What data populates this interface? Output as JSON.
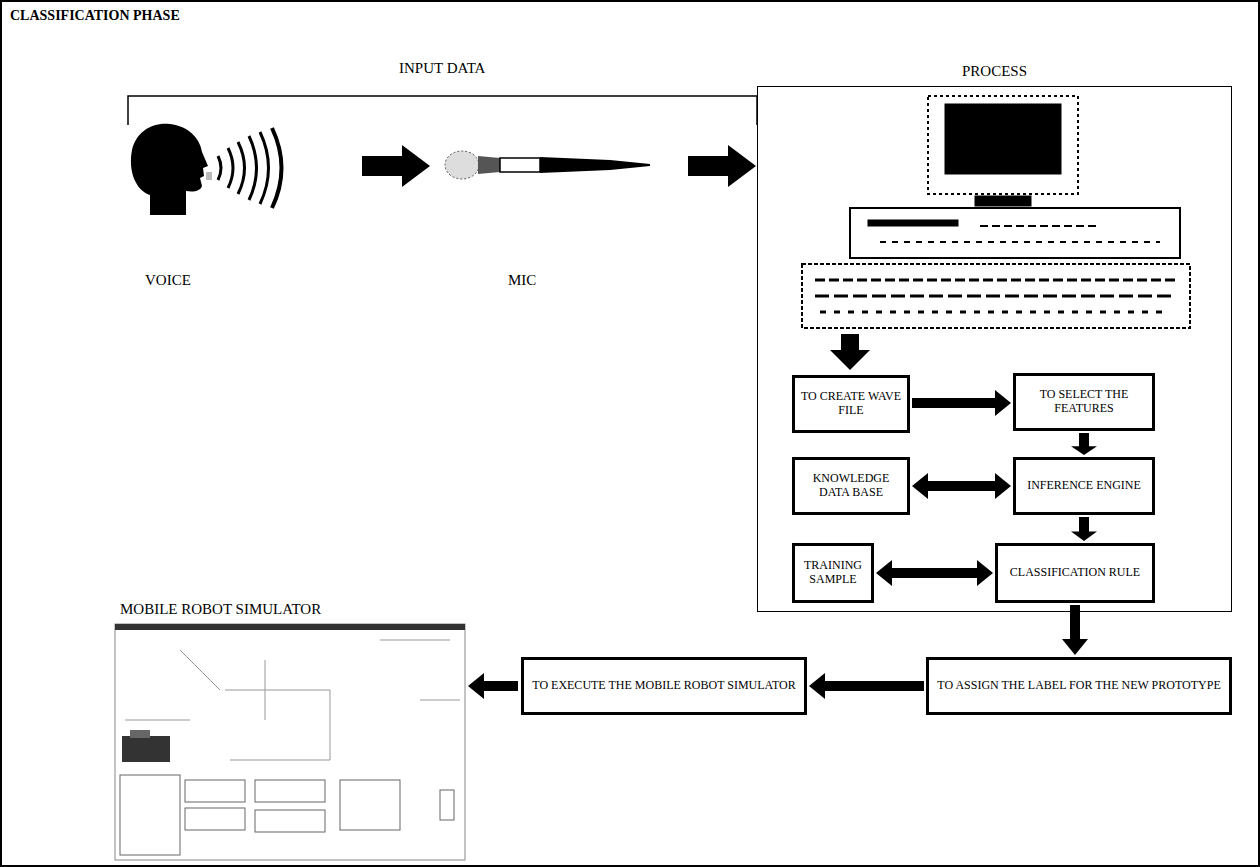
{
  "diagram": {
    "title": "CLASSIFICATION PHASE",
    "nodes": [
      {
        "text": [
          "PROCESS"
        ]
      },
      {
        "text": [
          "TO CREATE WAVE FILE"
        ],
        "in": 0
      },
      {
        "text": [
          "TO SELECT THE FEATURES"
        ],
        "in": 0
      },
      {
        "text": [
          "KNOWLEDGE DATA BASE"
        ],
        "in": 0
      },
      {
        "text": [
          "INFERENCE ENGINE"
        ],
        "in": 0
      },
      {
        "text": [
          "TRAINING SAMPLE"
        ],
        "in": 0
      },
      {
        "text": [
          "CLASSIFICATION RULE"
        ],
        "in": 0
      },
      {
        "text": [
          "TO ASSIGN THE LABEL FOR THE NEW PROTOTYPE"
        ]
      },
      {
        "text": [
          "TO EXECUTE THE MOBILE ROBOT SIMULATOR"
        ]
      }
    ],
    "edges": [
      {
        "from": 1,
        "to": 2,
        "arrow": "to"
      },
      {
        "from": 2,
        "to": 4,
        "arrow": "to"
      },
      {
        "from": 3,
        "to": 4,
        "arrow": "both"
      },
      {
        "from": 4,
        "to": 6,
        "arrow": "to"
      },
      {
        "from": 5,
        "to": 6,
        "arrow": "both"
      },
      {
        "from": 6,
        "to": 7,
        "arrow": "to"
      },
      {
        "from": 7,
        "to": 8,
        "arrow": "to"
      }
    ],
    "labels": [
      "INPUT DATA",
      "VOICE",
      "MIC",
      "MOBILE ROBOT SIMULATOR"
    ]
  }
}
